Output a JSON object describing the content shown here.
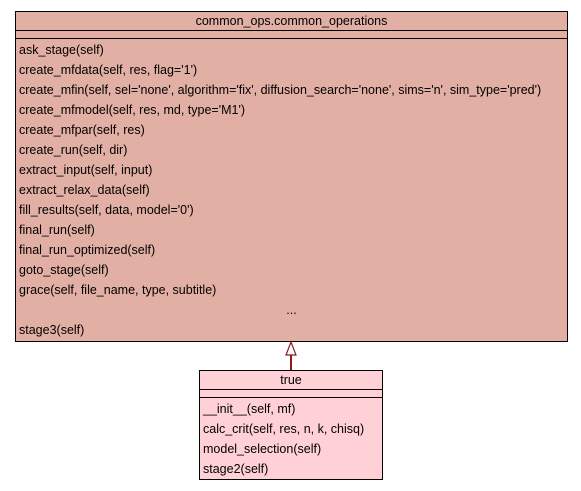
{
  "parent_class": {
    "name": "common_ops.common_operations",
    "operations": [
      "ask_stage(self)",
      "create_mfdata(self, res, flag='1')",
      "create_mfin(self, sel='none', algorithm='fix', diffusion_search='none', sims='n', sim_type='pred')",
      "create_mfmodel(self, res, md, type='M1')",
      "create_mfpar(self, res)",
      "create_run(self, dir)",
      "extract_input(self, input)",
      "extract_relax_data(self)",
      "fill_results(self, data, model='0')",
      "final_run(self)",
      "final_run_optimized(self)",
      "goto_stage(self)",
      "grace(self, file_name, type, subtitle)"
    ],
    "ellipsis": "...",
    "last_operation": "stage3(self)",
    "fill_color": "#e2afa4"
  },
  "child_class": {
    "name": "true",
    "operations": [
      "__init__(self, mf)",
      "calc_crit(self, res, n, k, chisq)",
      "model_selection(self)",
      "stage2(self)"
    ],
    "fill_color": "#ffd1d6"
  },
  "relation": {
    "type": "inheritance",
    "color": "#8b1a1a"
  }
}
